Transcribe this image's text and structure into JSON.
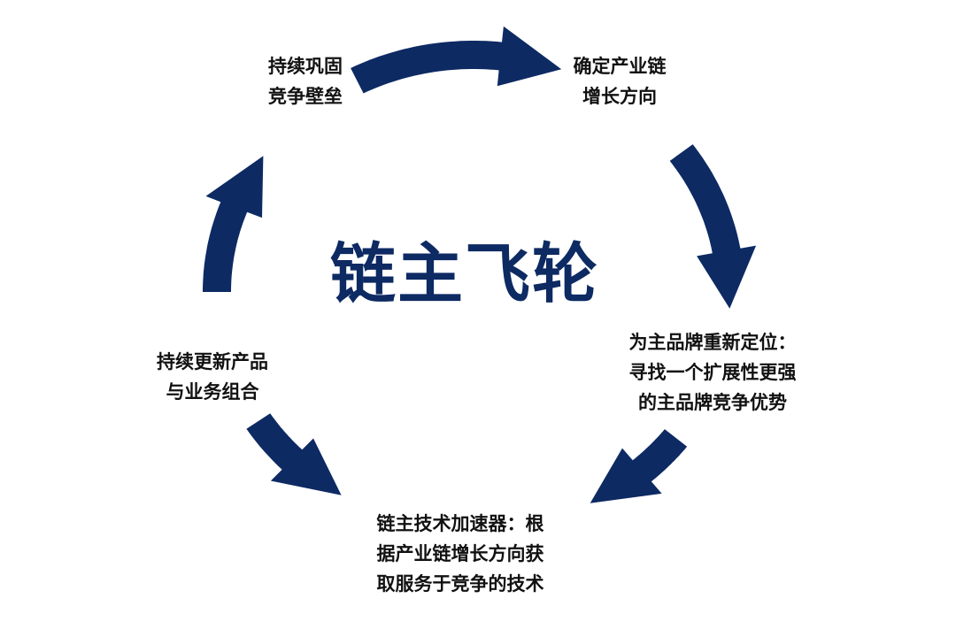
{
  "title": "链主飞轮",
  "colors": {
    "arrow": "#0d2a63",
    "title": "#0d2a63",
    "text": "#111111"
  },
  "steps": [
    {
      "lines": [
        "确定产业链",
        "增长方向"
      ]
    },
    {
      "lines": [
        "为主品牌重新定位：",
        "寻找一个扩展性更强",
        "的主品牌竞争优势"
      ]
    },
    {
      "lines": [
        "链主技术加速器：根",
        "据产业链增长方向获",
        "取服务于竞争的技术"
      ]
    },
    {
      "lines": [
        "持续更新产品",
        "与业务组合"
      ]
    },
    {
      "lines": [
        "持续巩固",
        "竞争壁垒"
      ]
    }
  ]
}
